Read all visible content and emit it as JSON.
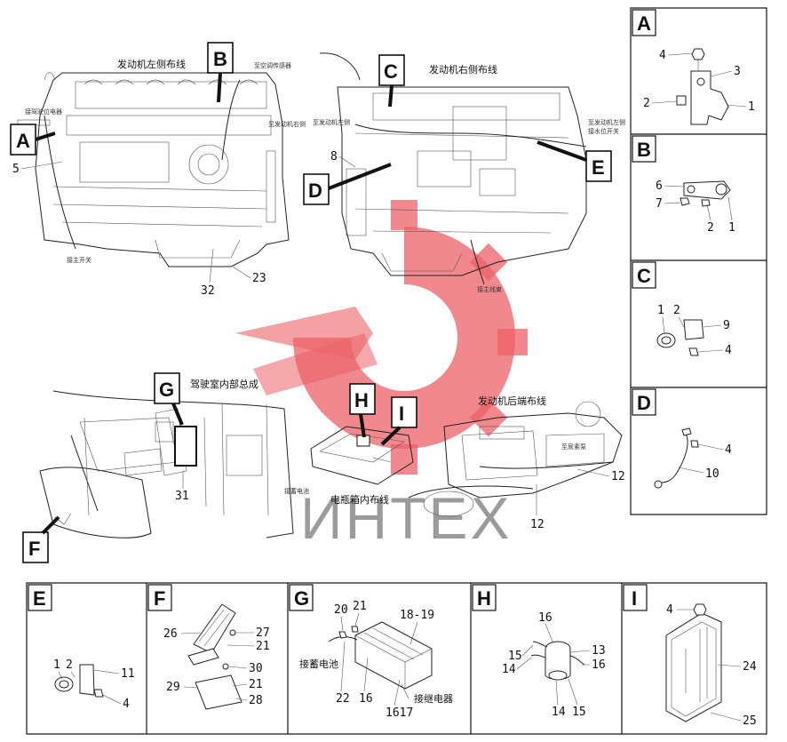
{
  "watermark": {
    "text": "ИНТЕХ",
    "accent": "#e8464c"
  },
  "overview": {
    "engine_left_title": "发动机左侧布线",
    "engine_right_title": "发动机右侧布线",
    "engine_rear_title": "发动机后端布线",
    "cab_title": "驾驶室内部总成",
    "battery_title": "电瓶箱内布线",
    "small_notes": [
      "至空调传感器",
      "至发动机右侧",
      "至发动机左侧",
      "至发动机左侧",
      "接水位开关",
      "接主线束",
      "接主开关",
      "接驾驶位电器",
      "接蓄电池",
      "至尿素泵"
    ]
  },
  "callouts": {
    "A": "A",
    "B": "B",
    "C": "C",
    "D": "D",
    "E": "E",
    "F": "F",
    "G": "G",
    "H": "H",
    "I": "I"
  },
  "overview_parts": {
    "p5": "5",
    "p8": "8",
    "p23": "23",
    "p32": "32",
    "p31": "31",
    "p12a": "12",
    "p12b": "12"
  },
  "detail_A": {
    "tag": "A",
    "parts": [
      "4",
      "3",
      "2",
      "1"
    ]
  },
  "detail_B": {
    "tag": "B",
    "parts": [
      "6",
      "7",
      "2",
      "1"
    ]
  },
  "detail_C": {
    "tag": "C",
    "parts": [
      "1",
      "2",
      "9",
      "4"
    ]
  },
  "detail_D": {
    "tag": "D",
    "parts": [
      "4",
      "10"
    ]
  },
  "detail_E": {
    "tag": "E",
    "parts": [
      "1",
      "2",
      "11",
      "4"
    ]
  },
  "detail_F": {
    "tag": "F",
    "parts": [
      "26",
      "27",
      "21",
      "30",
      "29",
      "21",
      "28"
    ]
  },
  "detail_G": {
    "tag": "G",
    "parts": [
      "20",
      "21",
      "18-19",
      "22",
      "16",
      "1617"
    ],
    "notes": [
      "接蓄电池",
      "接继电器"
    ]
  },
  "detail_H": {
    "tag": "H",
    "parts": [
      "16",
      "15",
      "13",
      "14",
      "16",
      "14",
      "15"
    ]
  },
  "detail_I": {
    "tag": "I",
    "parts": [
      "4",
      "24",
      "25"
    ]
  }
}
